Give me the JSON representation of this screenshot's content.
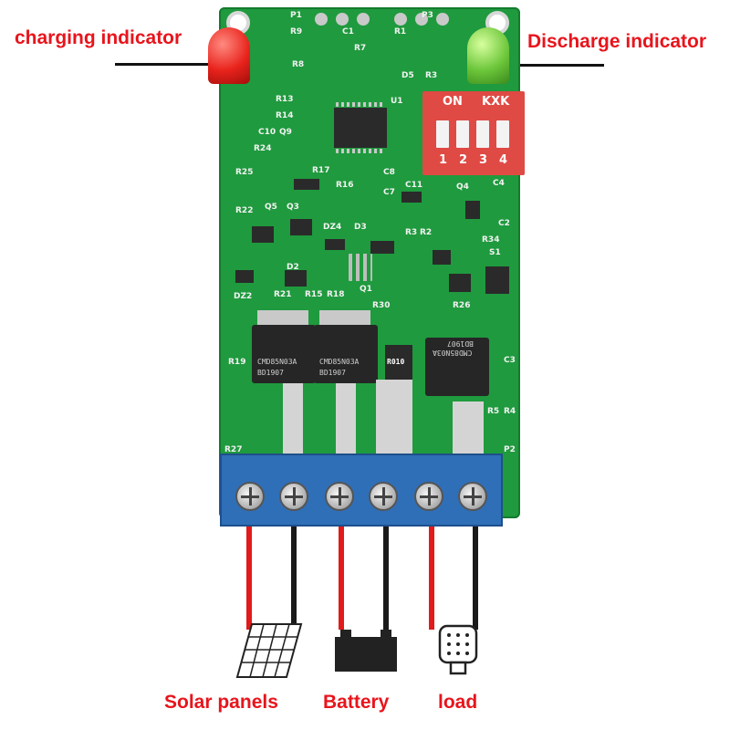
{
  "callouts": {
    "charging": "charging indicator",
    "discharge": "Discharge indicator"
  },
  "bottom_labels": {
    "solar": "Solar panels",
    "battery": "Battery",
    "load": "load"
  },
  "board": {
    "silkscreen": [
      "P1",
      "P3",
      "R9",
      "R1",
      "R7",
      "C1",
      "R8",
      "D5",
      "R3",
      "R13",
      "R14",
      "C10",
      "Q9",
      "U1",
      "R24",
      "R17",
      "R16",
      "C8",
      "C7",
      "C11",
      "Q4",
      "C4",
      "R25",
      "R22",
      "Q5",
      "Q3",
      "DZ4",
      "D3",
      "R3",
      "R2",
      "R34",
      "C2",
      "S1",
      "R15",
      "R18",
      "D2",
      "R21",
      "DZ2",
      "Q1",
      "R30",
      "R26",
      "R19",
      "C3",
      "R5",
      "R4",
      "R27",
      "P2"
    ],
    "mosfet_marking": "CMD85N03A",
    "mosfet_date": "BD1907",
    "shunt_marking": "R010",
    "dip_on": "ON",
    "dip_brand": "KXK",
    "dip_numbers": [
      "1",
      "2",
      "3",
      "4"
    ]
  },
  "colors": {
    "label_red": "#e8141c",
    "pcb_green": "#1f9a3e",
    "terminal_blue": "#2f6fb8",
    "dip_red": "#e04a44",
    "led_red": "#e8231c",
    "led_green": "#6cc63a"
  },
  "icons": [
    "solar-panel-icon",
    "battery-icon",
    "load-icon",
    "led-red-icon",
    "led-green-icon"
  ]
}
